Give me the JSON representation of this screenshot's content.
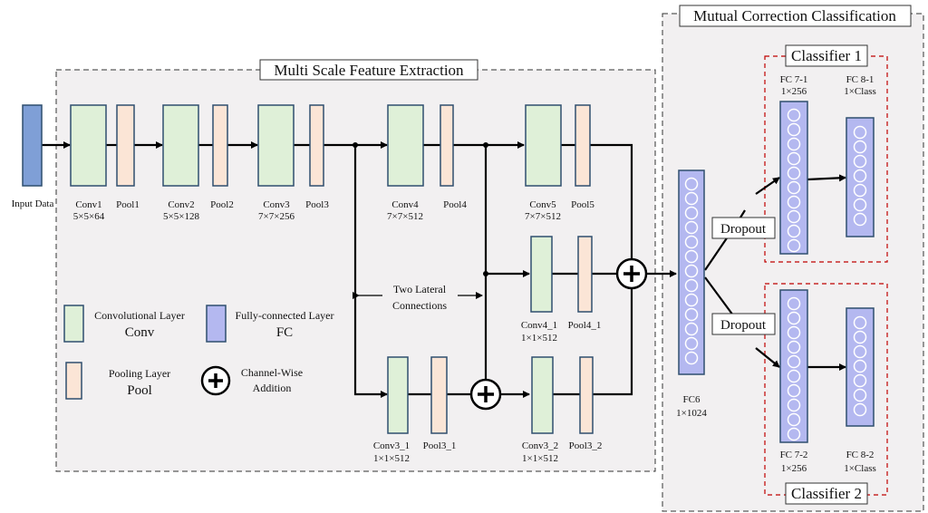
{
  "titles": {
    "multi_scale": "Multi Scale Feature Extraction",
    "mutual": "Mutual Correction Classification",
    "classifier1": "Classifier 1",
    "classifier2": "Classifier 2"
  },
  "input": {
    "label": "Input  Data"
  },
  "layers": {
    "conv1": {
      "name": "Conv1",
      "dim": "5×5×64"
    },
    "pool1": {
      "name": "Pool1"
    },
    "conv2": {
      "name": "Conv2",
      "dim": "5×5×128"
    },
    "pool2": {
      "name": "Pool2"
    },
    "conv3": {
      "name": "Conv3",
      "dim": "7×7×256"
    },
    "pool3": {
      "name": "Pool3"
    },
    "conv4": {
      "name": "Conv4",
      "dim": "7×7×512"
    },
    "pool4": {
      "name": "Pool4"
    },
    "conv5": {
      "name": "Conv5",
      "dim": "7×7×512"
    },
    "pool5": {
      "name": "Pool5"
    },
    "conv4_1": {
      "name": "Conv4_1",
      "dim": "1×1×512"
    },
    "pool4_1": {
      "name": "Pool4_1"
    },
    "conv3_1": {
      "name": "Conv3_1",
      "dim": "1×1×512"
    },
    "pool3_1": {
      "name": "Pool3_1"
    },
    "conv3_2": {
      "name": "Conv3_2",
      "dim": "1×1×512"
    },
    "pool3_2": {
      "name": "Pool3_2"
    }
  },
  "lateral": {
    "line1": "Two Lateral",
    "line2": "Connections"
  },
  "fc": {
    "fc6": {
      "name": "FC6",
      "dim": "1×1024"
    },
    "fc7_1": {
      "name": "FC 7-1",
      "dim": "1×256"
    },
    "fc8_1": {
      "name": "FC 8-1",
      "dim": "1×Class"
    },
    "fc7_2": {
      "name": "FC 7-2",
      "dim": "1×256"
    },
    "fc8_2": {
      "name": "FC 8-2",
      "dim": "1×Class"
    }
  },
  "dropout": {
    "top": "Dropout",
    "bottom": "Dropout"
  },
  "legend": {
    "conv_title": "Convolutional Layer",
    "conv_abbr": "Conv",
    "fc_title": "Fully-connected Layer",
    "fc_abbr": "FC",
    "pool_title": "Pooling Layer",
    "pool_abbr": "Pool",
    "add_title": "Channel-Wise",
    "add_title2": "Addition"
  },
  "colors": {
    "conv_fill": "#dff0d8",
    "pool_fill": "#fbe5d6",
    "fc_fill": "#b4b8f0",
    "input_fill": "#7f9fd6",
    "panel_fill": "#f2f0f1",
    "classifier_border": "#c00000",
    "stroke": "#2f4f6f"
  }
}
